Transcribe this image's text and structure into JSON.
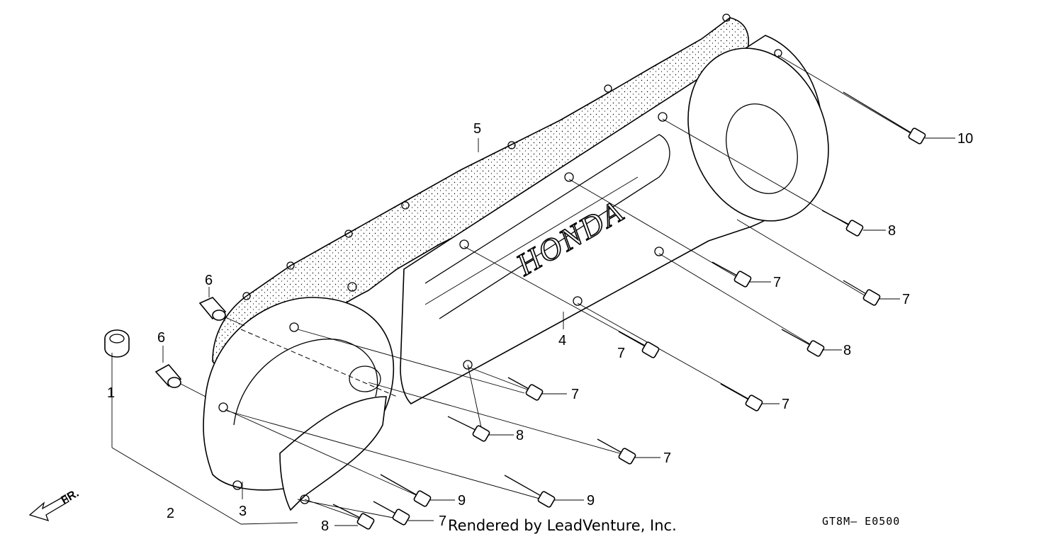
{
  "diagram": {
    "brand_text": "HONDA",
    "direction_label": "FR.",
    "diagram_code": "GT8M– E0500",
    "credit": "Rendered by LeadVenture, Inc."
  },
  "callouts": [
    {
      "id": "c1",
      "label": "1"
    },
    {
      "id": "c2",
      "label": "2"
    },
    {
      "id": "c3",
      "label": "3"
    },
    {
      "id": "c4",
      "label": "4"
    },
    {
      "id": "c5",
      "label": "5"
    },
    {
      "id": "c6a",
      "label": "6"
    },
    {
      "id": "c6b",
      "label": "6"
    },
    {
      "id": "c10",
      "label": "10"
    },
    {
      "id": "c8a",
      "label": "8"
    },
    {
      "id": "c7a",
      "label": "7"
    },
    {
      "id": "c7b",
      "label": "7"
    },
    {
      "id": "c8b",
      "label": "8"
    },
    {
      "id": "c7c",
      "label": "7"
    },
    {
      "id": "c7d",
      "label": "7"
    },
    {
      "id": "c7e",
      "label": "7"
    },
    {
      "id": "c8c",
      "label": "8"
    },
    {
      "id": "c7f",
      "label": "7"
    },
    {
      "id": "c9a",
      "label": "9"
    },
    {
      "id": "c9b",
      "label": "9"
    },
    {
      "id": "c7g",
      "label": "7"
    },
    {
      "id": "c8d",
      "label": "8"
    }
  ]
}
